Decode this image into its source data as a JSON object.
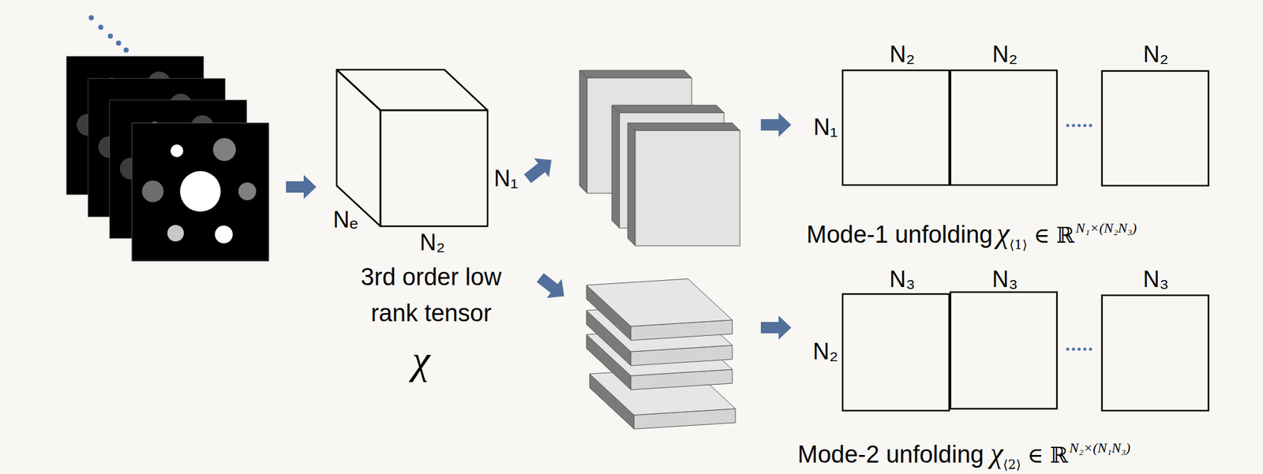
{
  "diagram": {
    "labels": [
      "N₁",
      "Nₑ",
      "N₂",
      "3rd order low rank tensor",
      "χ",
      "N₂",
      "N₂",
      "N₂",
      "N₁",
      "Mode-1 unfolding",
      "χ",
      "⟨1⟩",
      "∈ ℝ",
      "N₁×(N₂N₃)",
      "N₃",
      "N₃",
      "N₃",
      "N₂",
      "Mode-2 unfolding",
      "χ",
      "⟨2⟩",
      "∈ ℝ",
      "N₂×(N₁N₃)"
    ]
  }
}
